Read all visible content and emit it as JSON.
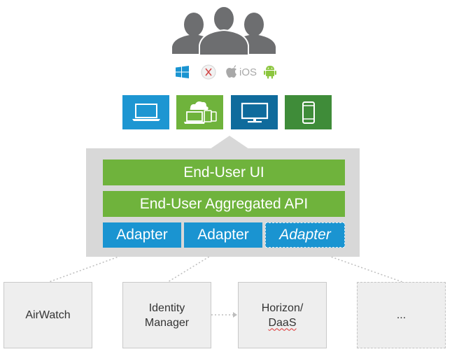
{
  "devices": [
    {
      "icon": "laptop-icon",
      "color": "#1d96d2"
    },
    {
      "icon": "multi-device-icon",
      "color": "#6fb33c"
    },
    {
      "icon": "monitor-icon",
      "color": "#0f6b9c"
    },
    {
      "icon": "smartphone-icon",
      "color": "#3f8c39"
    }
  ],
  "os": {
    "icons": [
      "windows-icon",
      "osx-icon",
      "apple-icon",
      "android-icon"
    ],
    "ios_label": "iOS"
  },
  "platform": {
    "ui_label": "End-User UI",
    "api_label": "End-User Aggregated API",
    "adapters": [
      "Adapter",
      "Adapter",
      "Adapter"
    ]
  },
  "backends": {
    "airwatch": "AirWatch",
    "identity_line1": "Identity",
    "identity_line2": "Manager",
    "horizon_line1": "Horizon/",
    "horizon_line2": "DaaS",
    "more": "..."
  },
  "colors": {
    "green": "#6fb33c",
    "blue": "#1a94d1",
    "platform_gray": "#d8d8d8",
    "users_gray": "#6d6e70"
  }
}
